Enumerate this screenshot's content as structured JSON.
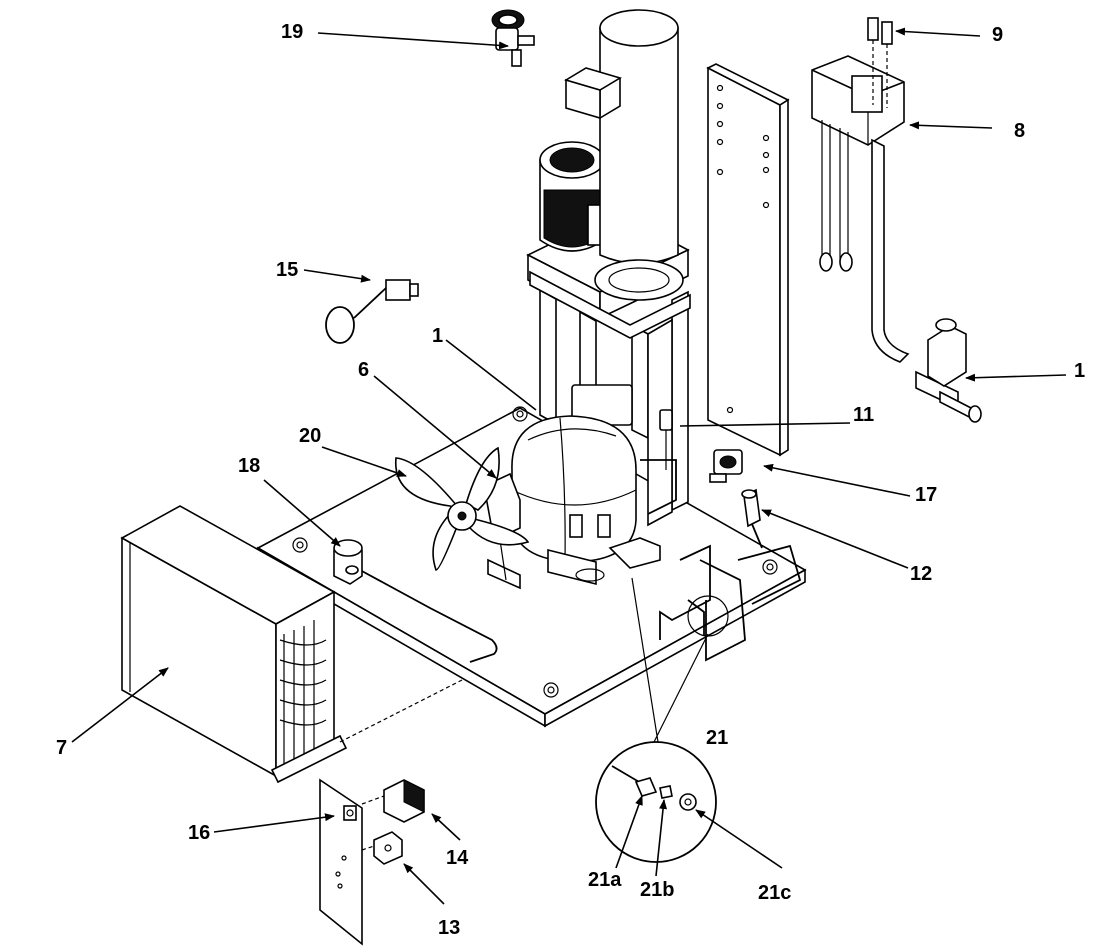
{
  "diagram": {
    "colors": {
      "ink": "#000000",
      "paper": "#ffffff"
    },
    "callouts": [
      {
        "id": "c19",
        "label": "19"
      },
      {
        "id": "c9",
        "label": "9"
      },
      {
        "id": "c8",
        "label": "8"
      },
      {
        "id": "c15",
        "label": "15"
      },
      {
        "id": "c1a",
        "label": "1"
      },
      {
        "id": "c1b",
        "label": "1"
      },
      {
        "id": "c6",
        "label": "6"
      },
      {
        "id": "c11",
        "label": "11"
      },
      {
        "id": "c20",
        "label": "20"
      },
      {
        "id": "c18",
        "label": "18"
      },
      {
        "id": "c17",
        "label": "17"
      },
      {
        "id": "c12",
        "label": "12"
      },
      {
        "id": "c7",
        "label": "7"
      },
      {
        "id": "c21",
        "label": "21"
      },
      {
        "id": "c16",
        "label": "16"
      },
      {
        "id": "c14",
        "label": "14"
      },
      {
        "id": "c13",
        "label": "13"
      },
      {
        "id": "c21a",
        "label": "21a"
      },
      {
        "id": "c21b",
        "label": "21b"
      },
      {
        "id": "c21c",
        "label": "21c"
      }
    ]
  }
}
